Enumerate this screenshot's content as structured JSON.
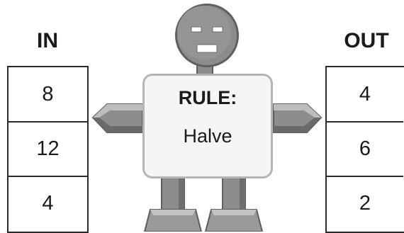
{
  "in_header": "IN",
  "out_header": "OUT",
  "in_values": [
    "8",
    "12",
    "4"
  ],
  "out_values": [
    "4",
    "6",
    "2"
  ],
  "rule": {
    "label": "RULE:",
    "value": "Halve"
  },
  "colors": {
    "robot_fill": "#8c8c8c",
    "robot_dark": "#5e5e5e",
    "robot_light": "#b9b9b9",
    "rule_border": "#b5b5b5",
    "rule_fill": "#f5f5f5",
    "table_border": "#2a2a2a"
  }
}
